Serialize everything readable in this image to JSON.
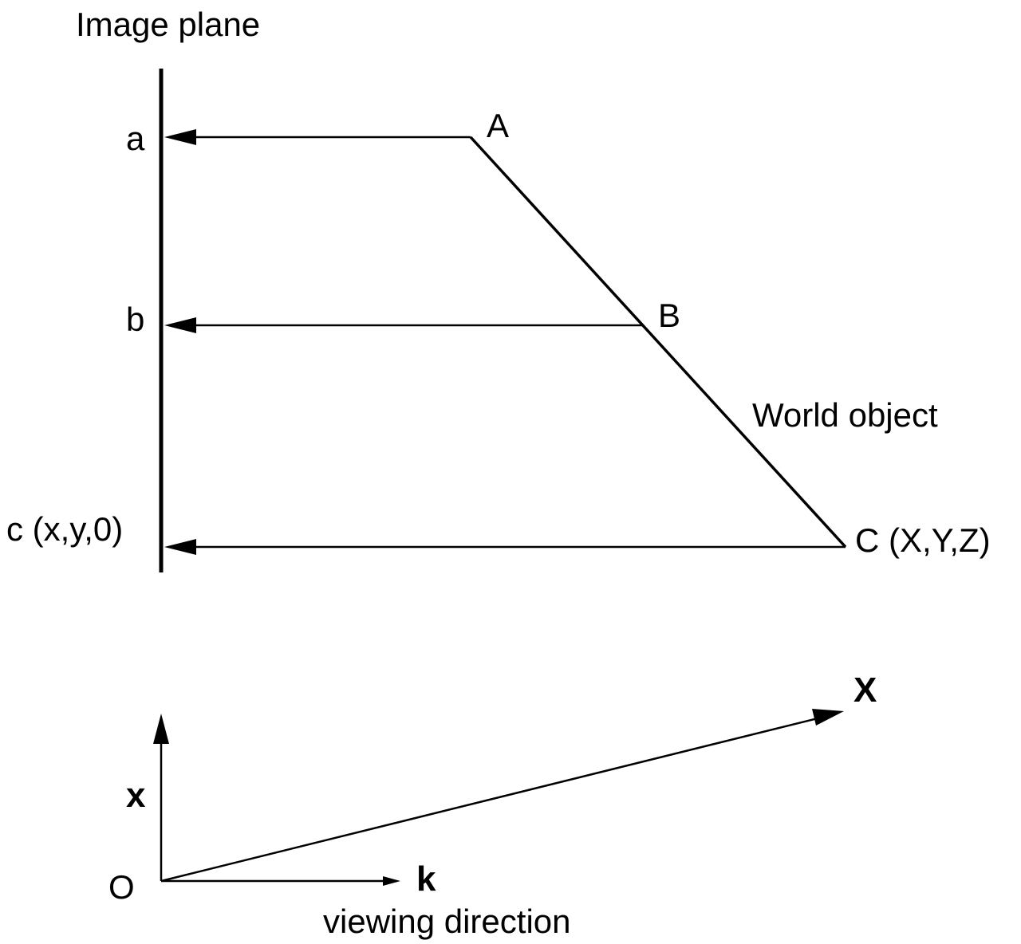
{
  "labels": {
    "image_plane": "Image plane",
    "a": "a",
    "b": "b",
    "c": "c (x,y,0)",
    "A": "A",
    "B": "B",
    "C": "C (X,Y,Z)",
    "world_object": "World object",
    "axis_x": "x",
    "axis_X": "X",
    "axis_k": "k",
    "origin": "O",
    "viewing_direction": "viewing direction"
  }
}
